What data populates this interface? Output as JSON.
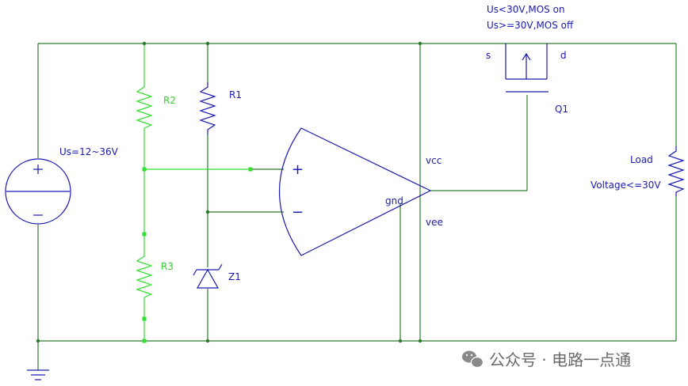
{
  "annotations": {
    "mos_on": "Us<30V,MOS on",
    "mos_off": "Us>=30V,MOS off"
  },
  "source": {
    "label": "Us=12~36V"
  },
  "resistors": {
    "r1": "R1",
    "r2": "R2",
    "r3": "R3"
  },
  "zener": {
    "label": "Z1"
  },
  "opamp": {
    "plus": "+",
    "minus": "−",
    "vcc": "vcc",
    "vee": "vee",
    "gnd": "gnd"
  },
  "mosfet": {
    "label": "Q1",
    "source_pin": "s",
    "drain_pin": "d"
  },
  "load": {
    "label": "Load",
    "voltage": "Voltage<=30V"
  },
  "watermark": {
    "text": "公众号 · 电路一点通"
  },
  "colors": {
    "wire": "#2d7a2d",
    "highlight": "#33dd33",
    "symbol": "#1a1ab0"
  }
}
